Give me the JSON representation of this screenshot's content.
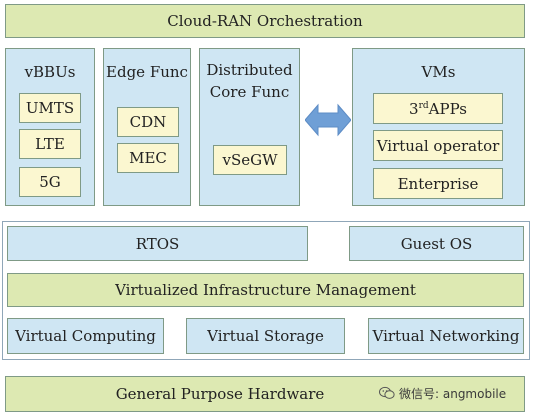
{
  "orchestration": "Cloud-RAN Orchestration",
  "vbbus": {
    "title": "vBBUs",
    "items": [
      "UMTS",
      "LTE",
      "5G"
    ]
  },
  "edge": {
    "title": "Edge Func",
    "items": [
      "CDN",
      "MEC"
    ]
  },
  "core": {
    "title_line1": "Distributed",
    "title_line2": "Core Func",
    "items": [
      "vSeGW"
    ]
  },
  "vms": {
    "title": "VMs",
    "app_base": "3",
    "app_sup": "rd",
    "app_rest": "APPs",
    "items": [
      "Virtual operator",
      "Enterprise"
    ]
  },
  "rtos": "RTOS",
  "guest_os": "Guest OS",
  "vim": "Virtualized Infrastructure Management",
  "virtual": [
    "Virtual Computing",
    "Virtual Storage",
    "Virtual Networking"
  ],
  "hardware": "General Purpose Hardware",
  "watermark": "微信号: angmobile",
  "colors": {
    "green": "#dde9b2",
    "blue": "#cfe6f3",
    "cream": "#fbf7d0",
    "arrow": "#6f9fd6"
  }
}
